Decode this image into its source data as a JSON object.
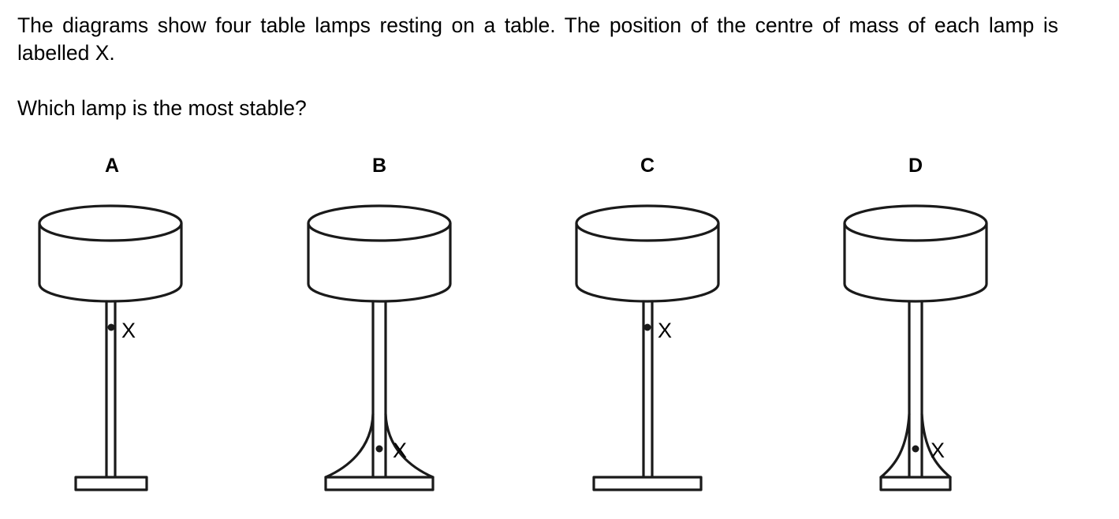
{
  "question": {
    "statement": "The diagrams show four table lamps resting on a table. The position of the centre of mass of each lamp is labelled X.",
    "prompt": "Which lamp is the most stable?"
  },
  "options": [
    {
      "label": "A",
      "com_label": "X",
      "base": "narrow-plate",
      "com": "high"
    },
    {
      "label": "B",
      "com_label": "X",
      "base": "wide-curved-flare",
      "com": "low"
    },
    {
      "label": "C",
      "com_label": "X",
      "base": "wide-plate",
      "com": "high"
    },
    {
      "label": "D",
      "com_label": "X",
      "base": "narrow-curved-flare",
      "com": "low"
    }
  ]
}
